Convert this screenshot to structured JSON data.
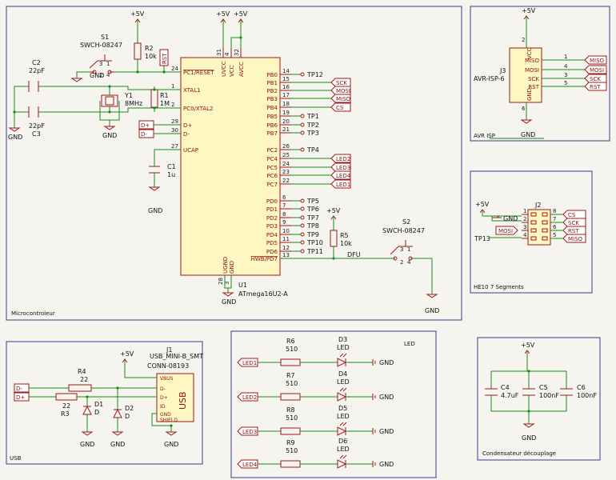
{
  "sections": {
    "micro": "Microcontroleur",
    "avr": "AVR ISP",
    "he10": "HE10 7 Segments",
    "usb": "USB",
    "led": "LED",
    "decoup": "Condensateur découplage"
  },
  "mcu": {
    "ref": "U1",
    "value": "ATmega16U2-A",
    "left_pins": [
      {
        "n": "24",
        "name": "PC1/RESET"
      },
      {
        "n": "1",
        "name": "XTAL1"
      },
      {
        "n": "2",
        "name": "PC0/XTAL2"
      },
      {
        "n": "29",
        "name": "D+"
      },
      {
        "n": "30",
        "name": "D-"
      },
      {
        "n": "27",
        "name": "UCAP"
      }
    ],
    "top_pins": [
      {
        "n": "31",
        "name": "UVCC"
      },
      {
        "n": "4",
        "name": "VCC"
      },
      {
        "n": "32",
        "name": "AVCC"
      }
    ],
    "bottom_pins": [
      {
        "n": "28",
        "name": "UGND"
      },
      {
        "n": "3",
        "name": "GND"
      }
    ],
    "right_pins": [
      {
        "n": "14",
        "name": "PB0",
        "net": "TP12"
      },
      {
        "n": "15",
        "name": "PB1",
        "net": "SCK"
      },
      {
        "n": "16",
        "name": "PB2",
        "net": "MOSI"
      },
      {
        "n": "17",
        "name": "PB3",
        "net": "MISO"
      },
      {
        "n": "18",
        "name": "PB4",
        "net": "CS"
      },
      {
        "n": "19",
        "name": "PB5",
        "net": "TP1"
      },
      {
        "n": "20",
        "name": "PB6",
        "net": "TP2"
      },
      {
        "n": "21",
        "name": "PB7",
        "net": "TP3"
      },
      {
        "n": "26",
        "name": "PC2",
        "net": "TP4"
      },
      {
        "n": "25",
        "name": "PC4",
        "net": "LED2"
      },
      {
        "n": "24",
        "name": "PC5",
        "net": "LED3"
      },
      {
        "n": "23",
        "name": "PC6",
        "net": "LED4"
      },
      {
        "n": "22",
        "name": "PC7",
        "net": "LED1"
      },
      {
        "n": "6",
        "name": "PD0",
        "net": "TP5"
      },
      {
        "n": "7",
        "name": "PD1",
        "net": "TP6"
      },
      {
        "n": "8",
        "name": "PD2",
        "net": "TP7"
      },
      {
        "n": "9",
        "name": "PD3",
        "net": "TP8"
      },
      {
        "n": "10",
        "name": "PD4",
        "net": "TP9"
      },
      {
        "n": "11",
        "name": "PD5",
        "net": "TP10"
      },
      {
        "n": "12",
        "name": "PD6",
        "net": "TP11"
      },
      {
        "n": "13",
        "name": "HWB/PD7",
        "net": "DFU"
      }
    ]
  },
  "labels": {
    "p5v": "+5V",
    "gnd": "GND",
    "rst": "RST",
    "dplus": "D+",
    "dminus": "D-",
    "s1": "S1",
    "s1v": "SWCH-08247",
    "s2": "S2",
    "s2v": "SWCH-08247",
    "r1": "R1",
    "r1v": "1M",
    "r2": "R2",
    "r2v": "10k",
    "r5": "R5",
    "r5v": "10k",
    "y1": "Y1",
    "y1v": "8MHz",
    "c1": "C1",
    "c1v": "1u",
    "c2": "C2",
    "c2v": "22pF",
    "c3": "C3",
    "c3v": "22pF",
    "dfu": "DFU"
  },
  "j3": {
    "ref": "J3",
    "value": "AVR-ISP-6",
    "pins": [
      {
        "n": "1",
        "name": "MISO",
        "net": "MISO"
      },
      {
        "n": "4",
        "name": "MOSI",
        "net": "MOSI"
      },
      {
        "n": "3",
        "name": "SCK",
        "net": "SCK"
      },
      {
        "n": "5",
        "name": "RST",
        "net": "RST"
      }
    ],
    "vcc": "VCC",
    "gndpin": "GND",
    "vccn": "2",
    "gndn": "6"
  },
  "j2": {
    "ref": "J2",
    "tp": "TP13",
    "left": [
      {
        "n": "1"
      },
      {
        "n": "2"
      },
      {
        "n": "3",
        "net": "MOSI"
      },
      {
        "n": "4"
      }
    ],
    "right": [
      {
        "n": "8",
        "net": "CS"
      },
      {
        "n": "7",
        "net": "SCK"
      },
      {
        "n": "6",
        "net": "RST"
      },
      {
        "n": "5",
        "net": "MISO"
      }
    ]
  },
  "usb": {
    "ref": "J1",
    "value": "USB_MINI-B_SMT",
    "value2": "CONN-08193",
    "pins": [
      "VBUS",
      "D-",
      "D+",
      "ID",
      "GND",
      "SHIELD"
    ],
    "body": "USB",
    "r4": "R4",
    "r4v": "22",
    "r3": "R3",
    "r3v": "22",
    "d1": "D1",
    "d1v": "D",
    "d2": "D2",
    "d2v": "D"
  },
  "leds": [
    {
      "net": "LED1",
      "r": "R6",
      "rv": "510",
      "d": "D3",
      "dv": "LED"
    },
    {
      "net": "LED2",
      "r": "R7",
      "rv": "510",
      "d": "D4",
      "dv": "LED"
    },
    {
      "net": "LED3",
      "r": "R8",
      "rv": "510",
      "d": "D5",
      "dv": "LED"
    },
    {
      "net": "LED4",
      "r": "R9",
      "rv": "510",
      "d": "D6",
      "dv": "LED"
    }
  ],
  "caps": [
    {
      "ref": "C4",
      "v": "4.7uF"
    },
    {
      "ref": "C5",
      "v": "100nF"
    },
    {
      "ref": "C6",
      "v": "100nF"
    }
  ]
}
